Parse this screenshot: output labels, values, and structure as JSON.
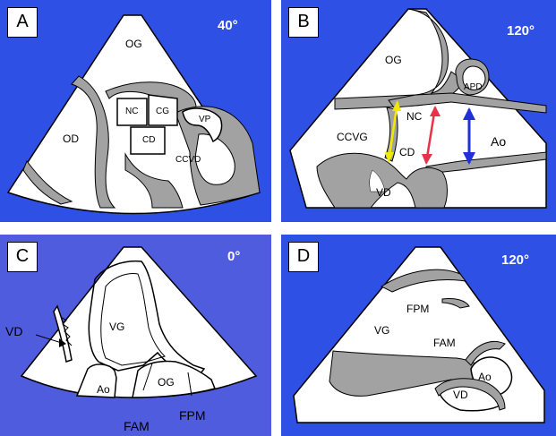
{
  "colors": {
    "panel_blue": "#2f50e4",
    "panel_c_blue": "#4f5cde",
    "tissue_gray": "#a2a2a2",
    "white": "#ffffff"
  },
  "panels": {
    "a": {
      "letter": "A",
      "angle": "40°",
      "labels": {
        "og": "OG",
        "od": "OD",
        "nc": "NC",
        "cg": "CG",
        "cd": "CD",
        "vp": "VP",
        "ccvd": "CCVD"
      }
    },
    "b": {
      "letter": "B",
      "angle": "120°",
      "labels": {
        "og": "OG",
        "apd": "APD",
        "nc": "NC",
        "ccvg": "CCVG",
        "cd": "CD",
        "ao": "Ao",
        "vd": "VD"
      }
    },
    "c": {
      "letter": "C",
      "angle": "0°",
      "labels": {
        "vd": "VD",
        "vg": "VG",
        "ao": "Ao",
        "og": "OG",
        "fam": "FAM",
        "fpm": "FPM"
      }
    },
    "d": {
      "letter": "D",
      "angle": "120°",
      "labels": {
        "fpm": "FPM",
        "vg": "VG",
        "fam": "FAM",
        "ao": "Ao",
        "vd": "VD"
      }
    }
  }
}
